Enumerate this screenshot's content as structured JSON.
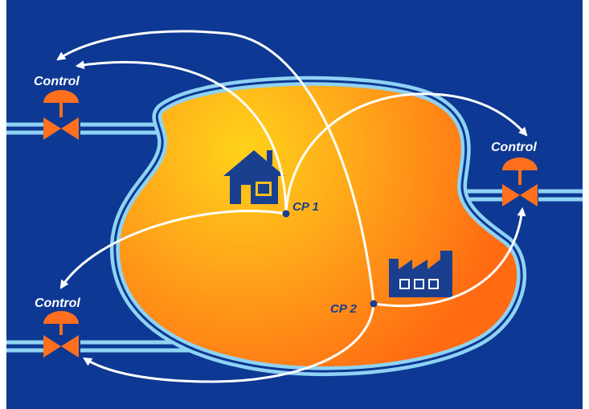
{
  "colors": {
    "background": "#0d3893",
    "region_center": "#ffd21a",
    "region_mid": "#ffa51a",
    "region_edge": "#ff6a12",
    "pipe": "#8fd3f4",
    "arrow": "#ffffff",
    "valve": "#ff6f1e",
    "icon": "#1a3f8f"
  },
  "valves": [
    {
      "label": "Control",
      "icon": "control-valve-icon"
    },
    {
      "label": "Control",
      "icon": "control-valve-icon"
    },
    {
      "label": "Control",
      "icon": "control-valve-icon"
    }
  ],
  "points": [
    {
      "label": "CP 1",
      "icon": "house-icon"
    },
    {
      "label": "CP 2",
      "icon": "factory-icon"
    }
  ]
}
